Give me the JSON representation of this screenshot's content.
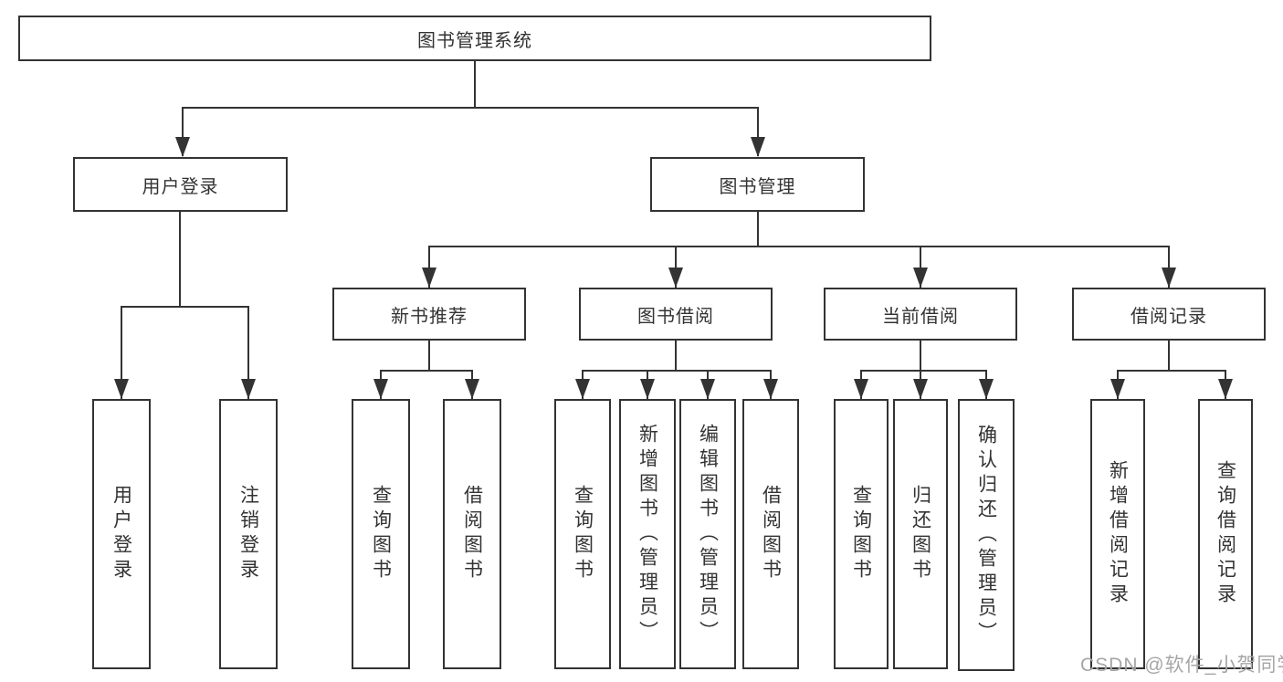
{
  "diagram": {
    "tree": {
      "root": "图书管理系统",
      "branches": [
        {
          "label": "用户登录",
          "leaves": [
            "用户登录",
            "注销登录"
          ]
        },
        {
          "label": "图书管理",
          "children": [
            {
              "label": "新书推荐",
              "leaves": [
                "查询图书",
                "借阅图书"
              ]
            },
            {
              "label": "图书借阅",
              "leaves": [
                "查询图书",
                "新增图书（管理员）",
                "编辑图书（管理员）",
                "借阅图书"
              ]
            },
            {
              "label": "当前借阅",
              "leaves": [
                "查询图书",
                "归还图书",
                "确认归还（管理员）"
              ]
            },
            {
              "label": "借阅记录",
              "leaves": [
                "新增借阅记录",
                "查询借阅记录"
              ]
            }
          ]
        }
      ]
    },
    "colors": {
      "line": "#333333",
      "box_border": "#333333",
      "box_fill": "#ffffff",
      "text": "#333333",
      "watermark": "#a6a6a6",
      "background": "#ffffff"
    }
  },
  "watermark": {
    "text": "CSDN @软件_小贺同学"
  }
}
